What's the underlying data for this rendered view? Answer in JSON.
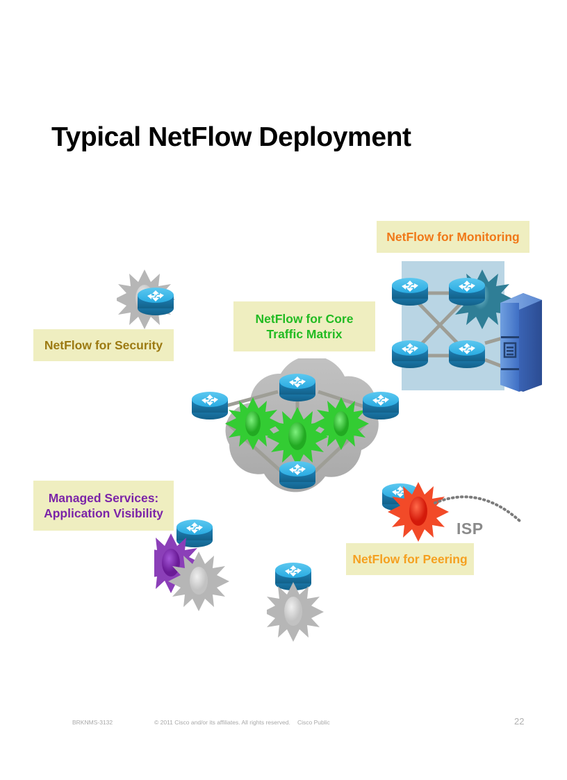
{
  "slide": {
    "title": "Typical NetFlow Deployment",
    "page_number": "22"
  },
  "callouts": [
    {
      "id": "security",
      "text_lines": [
        "NetFlow for Security"
      ],
      "color": "#9c7a12",
      "background": "#efeec0"
    },
    {
      "id": "core",
      "text_lines": [
        "NetFlow for Core",
        "Traffic Matrix"
      ],
      "color": "#22bb22",
      "background": "#efeec0"
    },
    {
      "id": "monitoring",
      "text_lines": [
        "NetFlow for Monitoring"
      ],
      "color": "#f07818",
      "background": "#efeec0"
    },
    {
      "id": "managed",
      "text_lines": [
        "Managed Services:",
        "Application Visibility"
      ],
      "color": "#7b24a8",
      "background": "#efeec0"
    },
    {
      "id": "peering",
      "text_lines": [
        "NetFlow for Peering"
      ],
      "color": "#f5a020",
      "background": "#efeec0"
    }
  ],
  "callout_text": {
    "security": "NetFlow for Security",
    "core_line1": "NetFlow for Core",
    "core_line2": "Traffic Matrix",
    "monitoring": "NetFlow for Monitoring",
    "managed_line1": "Managed Services:",
    "managed_line2": "Application Visibility",
    "peering": "NetFlow for Peering"
  },
  "diagram": {
    "isp_label": "ISP",
    "cloud": {
      "name": "core-network-cloud",
      "fill": "#b3b3b3",
      "routers": 4,
      "flow_burst_nodes": 3,
      "burst_color": "#33cc33"
    },
    "monitoring_panel": {
      "name": "monitoring-network-panel",
      "fill": "#b9d5e4",
      "routers": 4,
      "burst_color": "#3c8fa6",
      "server_color": "#4a7fd4"
    },
    "security_node": {
      "burst_color": "#c9c9c9"
    },
    "managed_nodes": {
      "burst_colors": [
        "#7b24a8",
        "#d4d4d4"
      ]
    },
    "peering_node": {
      "burst_color": "#f02b17"
    },
    "bottom_node": {
      "burst_color": "#d4d4d4"
    },
    "link_color": "#9e9e96",
    "router_colors": {
      "top": "#29abe2",
      "body": "#1b74a8",
      "arrows": "#ffffff"
    }
  },
  "footer": {
    "session_code": "BRKNMS-3132",
    "copyright": "© 2011 Cisco and/or its affiliates. All rights reserved.",
    "classification": "Cisco Public",
    "page": "22"
  }
}
